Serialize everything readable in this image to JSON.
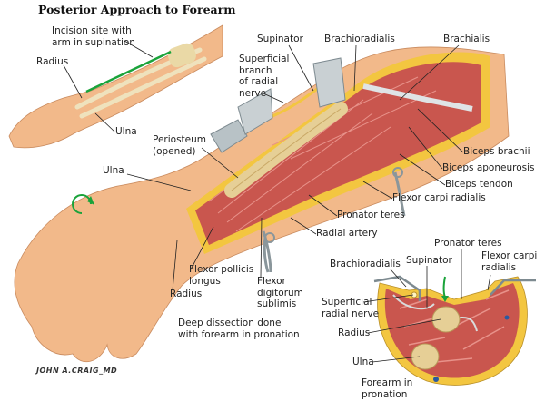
{
  "title": "Posterior Approach to Forearm",
  "colors": {
    "incision": "#1aa33a",
    "muscle": "#c9564e",
    "bone": "#e6cf96",
    "skin": "#f2b98a",
    "fat": "#f3c640",
    "retractor": "#b8c2c6",
    "arrow": "#1aa33a"
  },
  "upper_figure": {
    "incision_label": [
      "Incision site with",
      "arm in supination"
    ],
    "radius": "Radius",
    "ulna": "Ulna"
  },
  "main_figure": {
    "supinator": "Supinator",
    "superficial_branch": [
      "Superficial",
      "branch",
      "of radial",
      "nerve"
    ],
    "brachioradialis": "Brachioradialis",
    "brachialis": "Brachialis",
    "periosteum": [
      "Periosteum",
      "(opened)"
    ],
    "biceps_brachii": "Biceps brachii",
    "biceps_aponeurosis": "Biceps aponeurosis",
    "biceps_tendon": "Biceps tendon",
    "ulna": "Ulna",
    "flexor_carpi_radialis": "Flexor carpi radialis",
    "pronator_teres": "Pronator teres",
    "radial_artery": "Radial artery",
    "flexor_pollicis_longus": [
      "Flexor pollicis",
      "longus"
    ],
    "flexor_digitorum_sublimis": [
      "Flexor",
      "digitorum",
      "sublimis"
    ],
    "radius": "Radius",
    "note": [
      "Deep dissection done",
      "with forearm in pronation"
    ],
    "rotation_icon": "rotate-arrow-icon"
  },
  "cross_section": {
    "pronator_teres": "Pronator teres",
    "flexor_carpi_radialis": [
      "Flexor carpi",
      "radialis"
    ],
    "brachioradialis": "Brachioradialis",
    "supinator": "Supinator",
    "superficial_radial_nerve": [
      "Superficial",
      "radial nerve"
    ],
    "radius": "Radius",
    "ulna": "Ulna",
    "caption": [
      "Forearm in",
      "pronation"
    ]
  },
  "signature": "JOHN A.CRAIG_MD"
}
